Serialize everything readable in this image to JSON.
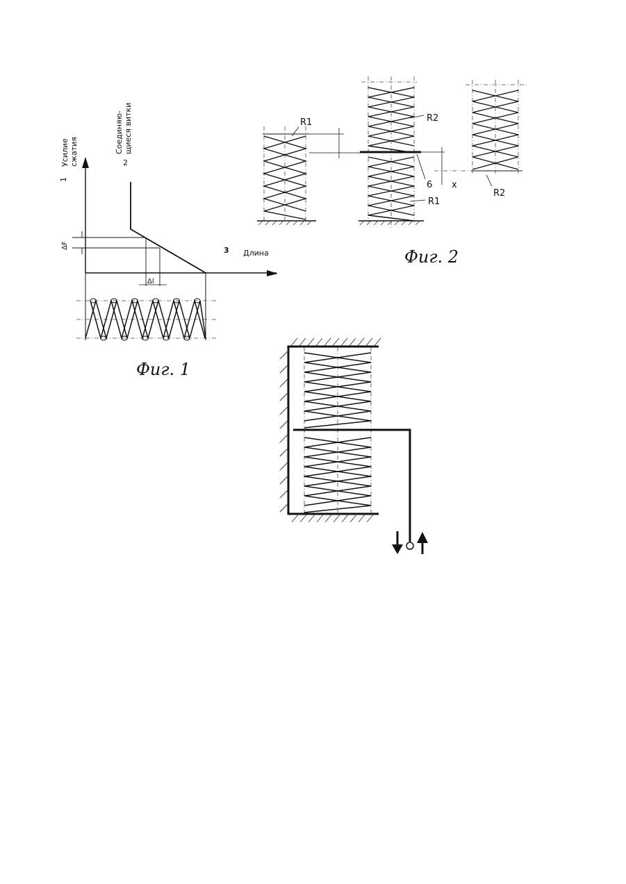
{
  "fig1": {
    "y_axis_label_1": "Усилие",
    "y_axis_label_2": "сжатия",
    "y_axis_marker": "1",
    "coil_label_1": "Соединяю-",
    "coil_label_2": "щиеся витки",
    "coil_marker": "2",
    "x_axis_marker": "3",
    "x_axis_label": "Длина",
    "delta_f": "ΔF",
    "delta_l": "Δl",
    "caption": "Фиг. 1"
  },
  "fig2": {
    "r1_left": "R1",
    "r2_mid": "R2",
    "r1_mid": "R1",
    "marker_6": "6",
    "marker_x": "x",
    "r2_right": "R2",
    "caption": "Фиг. 2"
  },
  "colors": {
    "ink": "#111111",
    "paper": "#ffffff",
    "hatch": "#333333"
  }
}
